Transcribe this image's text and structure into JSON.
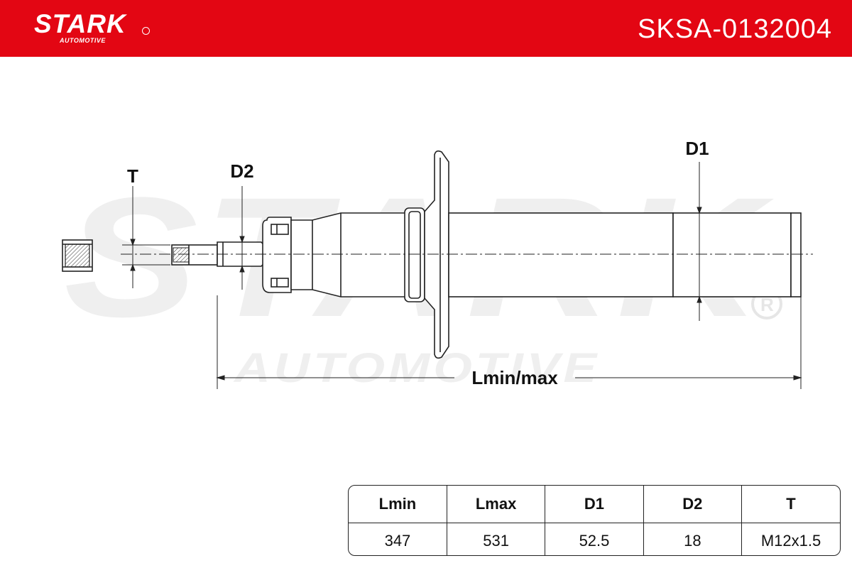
{
  "brand": {
    "name": "STARK",
    "tagline": "AUTOMOTIVE"
  },
  "part_number": "SKSA-0132004",
  "watermark": {
    "main": "STARK",
    "sub": "AUTOMOTIVE"
  },
  "diagram_labels": {
    "t": "T",
    "d2": "D2",
    "d1": "D1",
    "length": "Lmin/max"
  },
  "specs": {
    "headers": [
      "Lmin",
      "Lmax",
      "D1",
      "D2",
      "T"
    ],
    "values": [
      "347",
      "531",
      "52.5",
      "18",
      "M12x1.5"
    ]
  },
  "colors": {
    "brand_red": "#e30613",
    "watermark_gray": "#efefef",
    "line": "#222222"
  }
}
